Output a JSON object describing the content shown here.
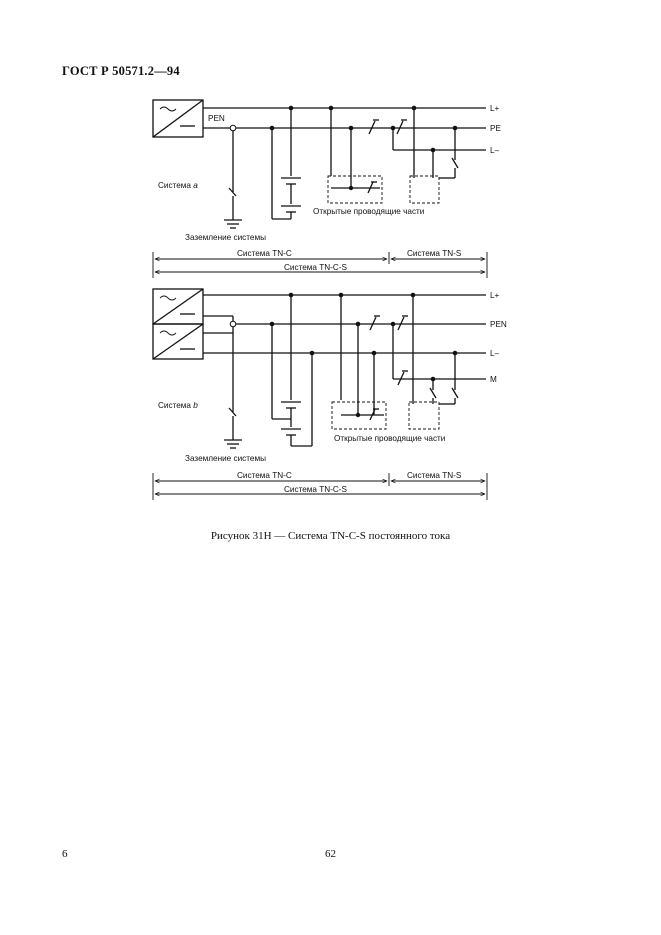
{
  "header": {
    "standard": "ГОСТ Р 50571.2—94"
  },
  "figure_a": {
    "label_pen": "PEN",
    "lines": [
      "L+",
      "PE",
      "L–"
    ],
    "system_label": "Система",
    "system_letter": "a",
    "earthing_label": "Заземление системы",
    "exposed_parts_label": "Открытые проводящие части",
    "ranges": {
      "tnc": "Система TN-C",
      "tns": "Система TN-S",
      "tncs": "Система TN-C-S"
    }
  },
  "figure_b": {
    "lines": [
      "L+",
      "PEN",
      "L–",
      "M"
    ],
    "system_label": "Система",
    "system_letter": "b",
    "earthing_label": "Заземление системы",
    "exposed_parts_label": "Открытые проводящие части",
    "ranges": {
      "tnc": "Система TN-C",
      "tns": "Система TN-S",
      "tncs": "Система TN-C-S"
    }
  },
  "caption": "Рисунок 31Н — Система TN-C-S постоянного тока",
  "footer": {
    "page_left": "6",
    "page_center": "62"
  }
}
